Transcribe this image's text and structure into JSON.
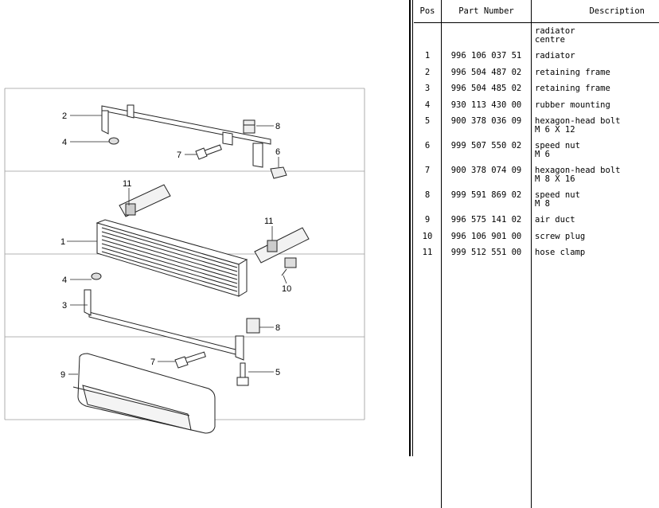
{
  "diagram": {
    "callouts": [
      "2",
      "4",
      "7",
      "8",
      "6",
      "11",
      "1",
      "11",
      "4",
      "3",
      "10",
      "8",
      "7",
      "9",
      "5"
    ]
  },
  "parts_list": {
    "headers": {
      "pos": "Pos",
      "part_number": "Part Number",
      "description": "Description"
    },
    "rows": [
      {
        "pos": "",
        "part_number": "",
        "description": "radiator",
        "description2": "centre"
      },
      {
        "pos": "1",
        "part_number": "996 106 037 51",
        "description": "radiator",
        "description2": ""
      },
      {
        "pos": "2",
        "part_number": "996 504 487 02",
        "description": "retaining frame",
        "description2": ""
      },
      {
        "pos": "3",
        "part_number": "996 504 485 02",
        "description": "retaining frame",
        "description2": ""
      },
      {
        "pos": "4",
        "part_number": "930 113 430 00",
        "description": "rubber mounting",
        "description2": ""
      },
      {
        "pos": "5",
        "part_number": "900 378 036 09",
        "description": "hexagon-head bolt",
        "description2": "M 6 X 12"
      },
      {
        "pos": "6",
        "part_number": "999 507 550 02",
        "description": "speed nut",
        "description2": "M 6"
      },
      {
        "pos": "7",
        "part_number": "900 378 074 09",
        "description": "hexagon-head bolt",
        "description2": "M 8 X 16"
      },
      {
        "pos": "8",
        "part_number": "999 591 869 02",
        "description": "speed nut",
        "description2": "M 8"
      },
      {
        "pos": "9",
        "part_number": "996 575 141 02",
        "description": "air duct",
        "description2": ""
      },
      {
        "pos": "10",
        "part_number": "996 106 901 00",
        "description": "screw plug",
        "description2": ""
      },
      {
        "pos": "11",
        "part_number": "999 512 551 00",
        "description": "hose clamp",
        "description2": ""
      }
    ]
  }
}
